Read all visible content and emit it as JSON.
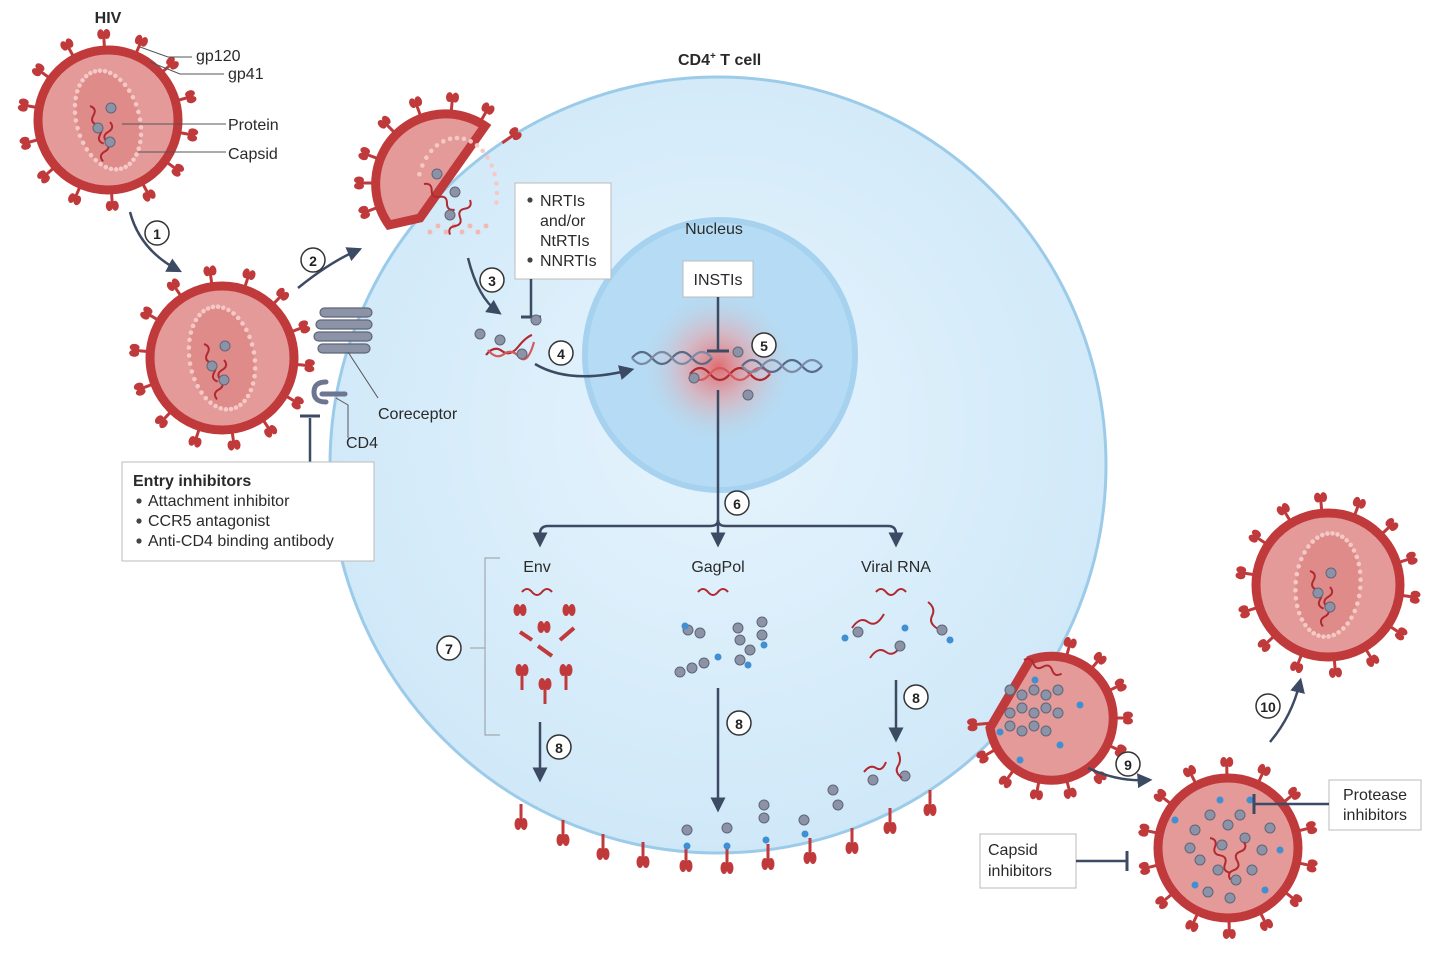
{
  "titles": {
    "hiv": "HIV",
    "cell": "CD4",
    "cell_sup": "+",
    "cell_suffix": " T cell",
    "nucleus": "Nucleus"
  },
  "virion_labels": {
    "gp120": "gp120",
    "gp41": "gp41",
    "protein": "Protein",
    "capsid": "Capsid"
  },
  "receptor_labels": {
    "coreceptor": "Coreceptor",
    "cd4": "CD4"
  },
  "steps": [
    "1",
    "2",
    "3",
    "4",
    "5",
    "6",
    "7",
    "8",
    "8",
    "8",
    "9",
    "10"
  ],
  "rt_inhibitors": {
    "line1": "NRTIs",
    "line2": "and/or",
    "line3": "NtRTIs",
    "line4": "NNRTIs"
  },
  "instis": "INSTIs",
  "entry_inhibitors": {
    "title": "Entry inhibitors",
    "items": [
      "Attachment inhibitor",
      "CCR5 antagonist",
      "Anti-CD4 binding antibody"
    ]
  },
  "products": {
    "env": "Env",
    "gagpol": "GagPol",
    "viral_rna": "Viral RNA"
  },
  "protease_inhibitors": {
    "line1": "Protease",
    "line2": "inhibitors"
  },
  "capsid_inhibitors": {
    "line1": "Capsid",
    "line2": "inhibitors"
  },
  "colors": {
    "virus_shell": "#c0393b",
    "virus_inner": "#e39a98",
    "capsid_bead": "#f5c9c5",
    "cell_fill": "#d6ecfa",
    "cell_stroke": "#9ccbe9",
    "nucleus": "#b5dcf4",
    "protein": "#8c93a6",
    "arrow": "#3c4a63",
    "rna": "#b02a30",
    "dna": "#5a6a86",
    "blue_dot": "#3f8fd2"
  },
  "icons": [
    "arrow-icon",
    "inhibition-bar-icon",
    "virion-icon",
    "rna-strand-icon",
    "dna-helix-icon",
    "protein-bead-icon",
    "receptor-icon"
  ]
}
